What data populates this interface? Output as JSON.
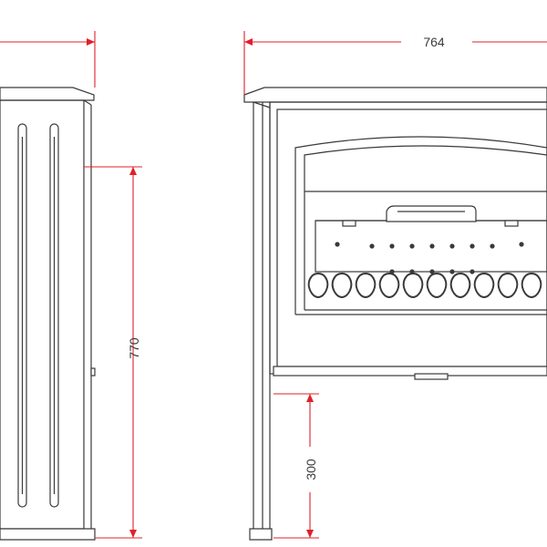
{
  "dimensions": {
    "width": "764",
    "height": "770",
    "leg_height": "300"
  },
  "colors": {
    "dimension_line": "#e0202a",
    "outline": "#3a3a3a",
    "background": "#ffffff"
  },
  "views": [
    "side-view",
    "front-view"
  ]
}
